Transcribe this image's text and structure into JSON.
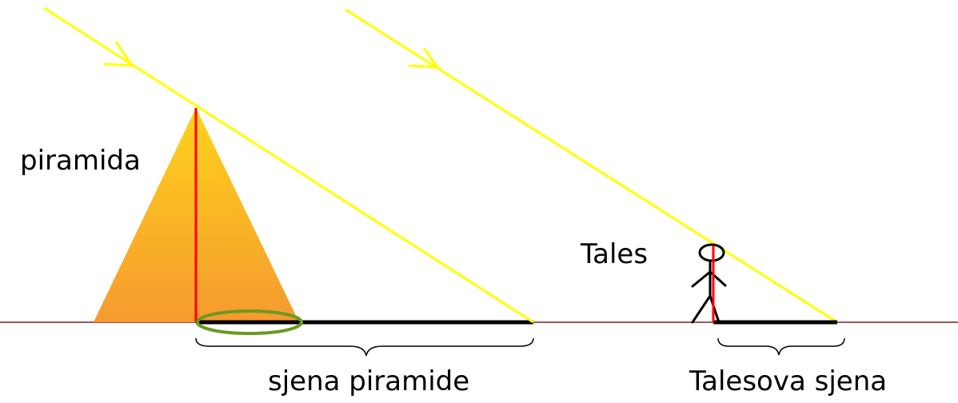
{
  "labels": {
    "pyramid": "piramida",
    "thales": "Tales",
    "pyramid_shadow": "sjena piramide",
    "thales_shadow": "Talesova sjena"
  },
  "colors": {
    "ground": "#8b1a1a",
    "sun_ray": "#ffff00",
    "height_line": "#ff0000",
    "shadow": "#000000",
    "pyramid_top": "#ffd21a",
    "pyramid_bottom": "#f59a30",
    "highlight_ellipse": "#6a9a1f"
  }
}
